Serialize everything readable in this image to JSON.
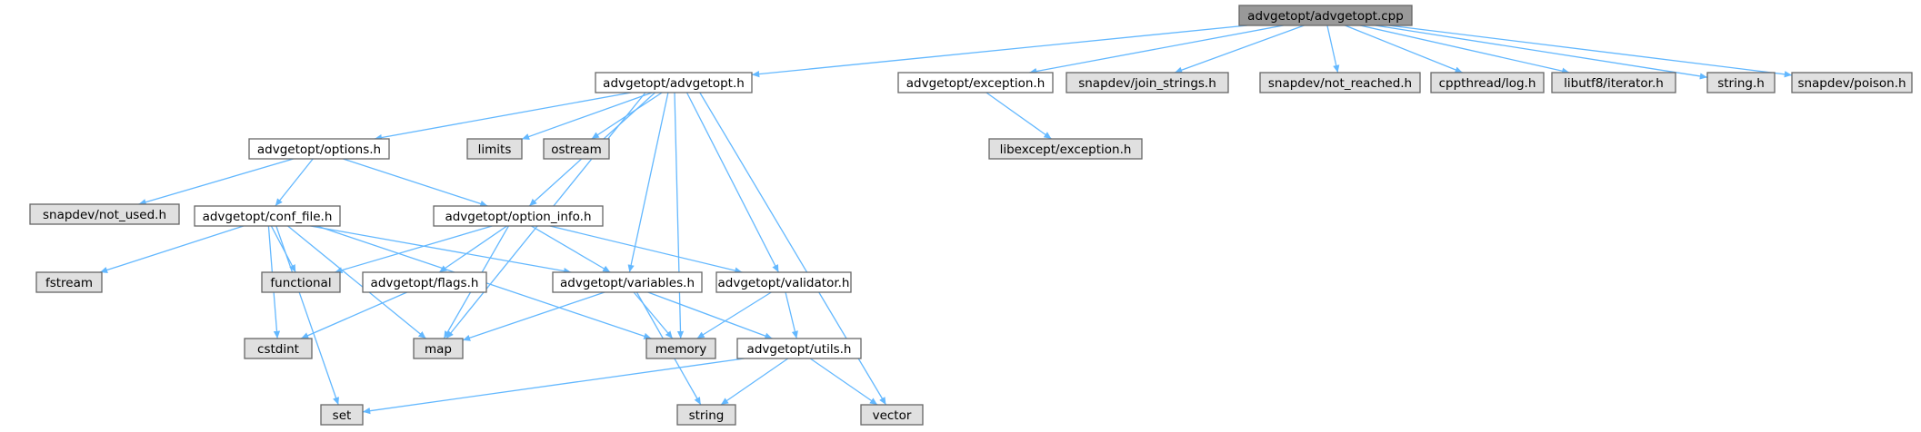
{
  "diagram": {
    "nodes": [
      {
        "id": "root",
        "label": "advgetopt/advgetopt.cpp",
        "kind": "root"
      },
      {
        "id": "advgetopt_h",
        "label": "advgetopt/advgetopt.h",
        "kind": "header"
      },
      {
        "id": "exception_h",
        "label": "advgetopt/exception.h",
        "kind": "header"
      },
      {
        "id": "join_strings",
        "label": "snapdev/join_strings.h",
        "kind": "external"
      },
      {
        "id": "not_reached",
        "label": "snapdev/not_reached.h",
        "kind": "external"
      },
      {
        "id": "log_h",
        "label": "cppthread/log.h",
        "kind": "external"
      },
      {
        "id": "iterator_h",
        "label": "libutf8/iterator.h",
        "kind": "external"
      },
      {
        "id": "string_h",
        "label": "string.h",
        "kind": "external"
      },
      {
        "id": "poison_h",
        "label": "snapdev/poison.h",
        "kind": "external"
      },
      {
        "id": "libexcept",
        "label": "libexcept/exception.h",
        "kind": "external"
      },
      {
        "id": "options_h",
        "label": "advgetopt/options.h",
        "kind": "header"
      },
      {
        "id": "limits",
        "label": "limits",
        "kind": "external"
      },
      {
        "id": "ostream",
        "label": "ostream",
        "kind": "external"
      },
      {
        "id": "not_used",
        "label": "snapdev/not_used.h",
        "kind": "external"
      },
      {
        "id": "conf_file",
        "label": "advgetopt/conf_file.h",
        "kind": "header"
      },
      {
        "id": "option_info",
        "label": "advgetopt/option_info.h",
        "kind": "header"
      },
      {
        "id": "fstream",
        "label": "fstream",
        "kind": "external"
      },
      {
        "id": "functional",
        "label": "functional",
        "kind": "external"
      },
      {
        "id": "flags_h",
        "label": "advgetopt/flags.h",
        "kind": "header"
      },
      {
        "id": "variables_h",
        "label": "advgetopt/variables.h",
        "kind": "header"
      },
      {
        "id": "validator_h",
        "label": "advgetopt/validator.h",
        "kind": "header"
      },
      {
        "id": "cstdint",
        "label": "cstdint",
        "kind": "external"
      },
      {
        "id": "map",
        "label": "map",
        "kind": "external"
      },
      {
        "id": "memory",
        "label": "memory",
        "kind": "external"
      },
      {
        "id": "utils_h",
        "label": "advgetopt/utils.h",
        "kind": "header"
      },
      {
        "id": "set",
        "label": "set",
        "kind": "external"
      },
      {
        "id": "string",
        "label": "string",
        "kind": "external"
      },
      {
        "id": "vector",
        "label": "vector",
        "kind": "external"
      }
    ],
    "edges": [
      [
        "root",
        "advgetopt_h"
      ],
      [
        "root",
        "exception_h"
      ],
      [
        "root",
        "join_strings"
      ],
      [
        "root",
        "not_reached"
      ],
      [
        "root",
        "log_h"
      ],
      [
        "root",
        "iterator_h"
      ],
      [
        "root",
        "string_h"
      ],
      [
        "root",
        "poison_h"
      ],
      [
        "exception_h",
        "libexcept"
      ],
      [
        "advgetopt_h",
        "options_h"
      ],
      [
        "advgetopt_h",
        "limits"
      ],
      [
        "advgetopt_h",
        "ostream"
      ],
      [
        "advgetopt_h",
        "option_info"
      ],
      [
        "advgetopt_h",
        "variables_h"
      ],
      [
        "advgetopt_h",
        "validator_h"
      ],
      [
        "advgetopt_h",
        "memory"
      ],
      [
        "advgetopt_h",
        "vector"
      ],
      [
        "advgetopt_h",
        "map"
      ],
      [
        "options_h",
        "not_used"
      ],
      [
        "options_h",
        "conf_file"
      ],
      [
        "options_h",
        "option_info"
      ],
      [
        "conf_file",
        "fstream"
      ],
      [
        "conf_file",
        "functional"
      ],
      [
        "conf_file",
        "variables_h"
      ],
      [
        "conf_file",
        "cstdint"
      ],
      [
        "conf_file",
        "map"
      ],
      [
        "conf_file",
        "memory"
      ],
      [
        "conf_file",
        "set"
      ],
      [
        "option_info",
        "functional"
      ],
      [
        "option_info",
        "flags_h"
      ],
      [
        "option_info",
        "variables_h"
      ],
      [
        "option_info",
        "validator_h"
      ],
      [
        "option_info",
        "map"
      ],
      [
        "flags_h",
        "cstdint"
      ],
      [
        "variables_h",
        "map"
      ],
      [
        "variables_h",
        "memory"
      ],
      [
        "variables_h",
        "utils_h"
      ],
      [
        "variables_h",
        "string"
      ],
      [
        "validator_h",
        "memory"
      ],
      [
        "validator_h",
        "utils_h"
      ],
      [
        "utils_h",
        "set"
      ],
      [
        "utils_h",
        "string"
      ],
      [
        "utils_h",
        "vector"
      ]
    ],
    "colors": {
      "root_fill": "#999999",
      "header_fill": "#ffffff",
      "external_fill": "#e0e0e0",
      "border": "#666666",
      "edge": "#63b8ff",
      "text": "#000000"
    }
  }
}
